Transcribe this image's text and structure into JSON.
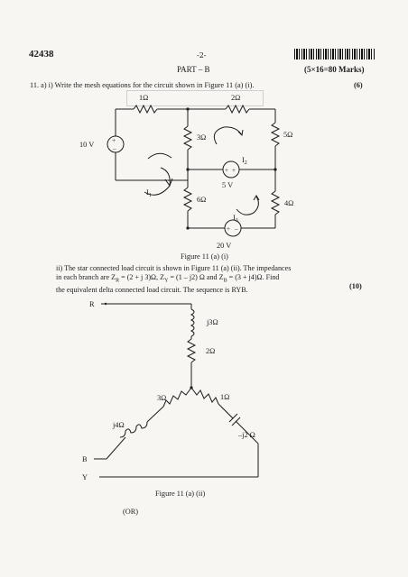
{
  "header": {
    "code": "42438",
    "page_no": "-2-",
    "part": "PART – B",
    "marks": "(5×16=80 Marks)"
  },
  "q11a": {
    "text": "11.  a)  i) Write the mesh equations for the circuit shown in Figure 11 (a) (i).",
    "marks": "(6)"
  },
  "figure1": {
    "caption": "Figure 11 (a) (i)",
    "labels": {
      "r1": "1Ω",
      "r2": "2Ω",
      "r3": "3Ω",
      "r5": "5Ω",
      "r6": "6Ω",
      "r4": "4Ω",
      "v10": "10 V",
      "v5": "5 V",
      "v20": "20 V",
      "i1": "I",
      "i1s": "1",
      "i2": "I",
      "i2s": "2",
      "i3": "I",
      "i3s": "3",
      "plus": "+",
      "minus": "–"
    }
  },
  "q11a_ii": {
    "line1": "ii) The star connected load circuit is shown in Figure 11 (a) (ii). The impedances",
    "line2": "in each branch are Z",
    "line2_sub_r": "R",
    "line2_mid1": " = (2 + j 3)Ω, Z",
    "line2_sub_y": "Y",
    "line2_mid2": " = (1 – j2) Ω and Z",
    "line2_sub_b": "B",
    "line2_end": " = (3 + j4)Ω. Find",
    "line3": "the equivalent delta connected load circuit. The sequence is RYB.",
    "marks": "(10)"
  },
  "figure2": {
    "caption": "Figure 11 (a) (ii)",
    "labels": {
      "R": "R",
      "B": "B",
      "Y": "Y",
      "j3": "j3Ω",
      "r2": "2Ω",
      "r3": "3Ω",
      "r1": "1Ω",
      "j4": "j4Ω",
      "mj2": "–j2 Ω"
    }
  },
  "or_text": "(OR)"
}
